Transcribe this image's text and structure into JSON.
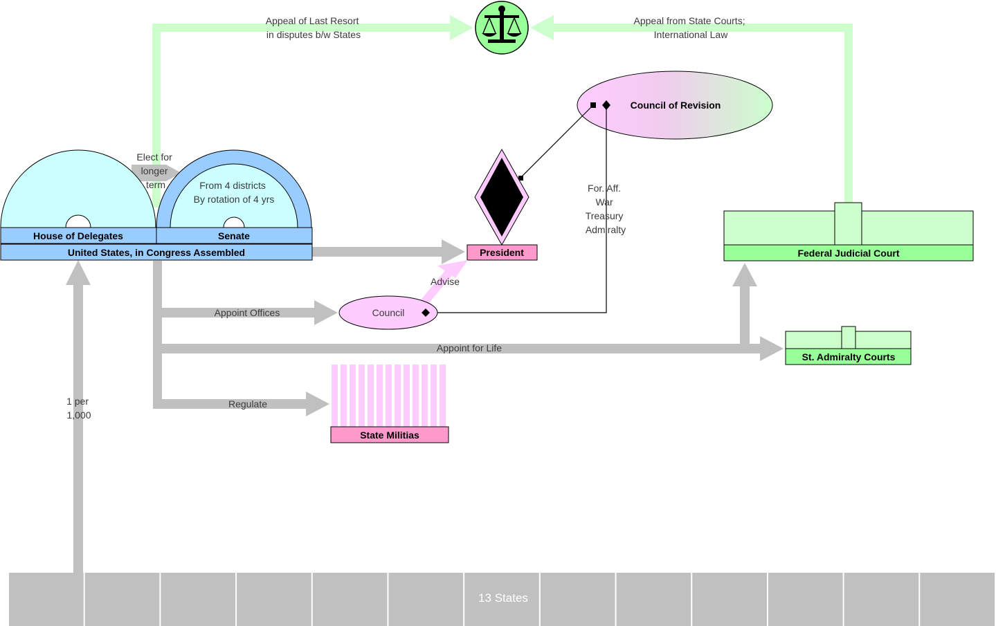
{
  "nodes": {
    "house": "House of Delegates",
    "senate": "Senate",
    "congress": "United States, in Congress Assembled",
    "president": "President",
    "council": "Council",
    "council_of_revision": "Council of Revision",
    "federal_judicial_court": "Federal Judicial Court",
    "st_admiralty_courts": "St. Admiralty Courts",
    "state_militias": "State Militias",
    "states": "13 States"
  },
  "labels": {
    "appeal_last_resort": [
      "Appeal of Last Resort",
      "in disputes b/w States"
    ],
    "appeal_state_courts": [
      "Appeal from State Courts;",
      "International Law"
    ],
    "elect_longer_term": [
      "Elect for",
      "longer",
      "term"
    ],
    "senate_note": [
      "From 4 districts",
      "By rotation of 4 yrs"
    ],
    "for_aff": [
      "For. Aff.",
      "War",
      "Treasury",
      "Admiralty"
    ],
    "advise": "Advise",
    "appoint_offices": "Appoint Offices",
    "appoint_for_life": "Appoint for Life",
    "regulate": "Regulate",
    "one_per_1000": [
      "1 per",
      "1,000"
    ]
  },
  "icons": {
    "justice": "scales-of-justice-icon"
  },
  "colors": {
    "arrow_gray": "#c0c0c0",
    "arrow_green": "#ccffcc",
    "congress_blue": "#99ccff",
    "dome_fill": "#ccffff",
    "pink": "#ff99cc",
    "light_pink": "#ffccff",
    "green_box": "#ccffcc",
    "label_green": "#99ff99",
    "scales_bg": "#99ff99"
  }
}
